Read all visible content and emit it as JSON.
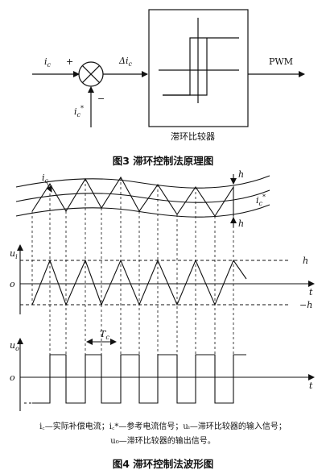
{
  "fig3": {
    "input_label": "i",
    "input_sub": "c",
    "plus": "+",
    "minus": "−",
    "ref_label": "i",
    "ref_sub": "c",
    "ref_sup": "*",
    "delta_label": "Δi",
    "delta_sub": "c",
    "output_label": "PWM",
    "block_label": "滞环比较器",
    "caption": "图3   滞环控制法原理图"
  },
  "fig4": {
    "ic_label": "i",
    "ic_sub": "c",
    "icref_label": "i",
    "icref_sub": "c",
    "icref_sup": "*",
    "h_top": "h",
    "h_bottom": "h",
    "ui_label": "u",
    "ui_sub": "i",
    "o_label1": "o",
    "t_label1": "t",
    "h_pos": "h",
    "h_neg": "−h",
    "tc_label": "T",
    "tc_sub": "c",
    "uo_label": "u",
    "uo_sub": "o",
    "o_label2": "o",
    "t_label2": "t",
    "note_line1": "i꜀—实际补偿电流；i꜀*—参考电流信号；uᵢ—滞环比较器的输入信号；",
    "note_line2": "u₀—滞环比较器的输出信号。",
    "caption": "图4   滞环控制法波形图"
  }
}
